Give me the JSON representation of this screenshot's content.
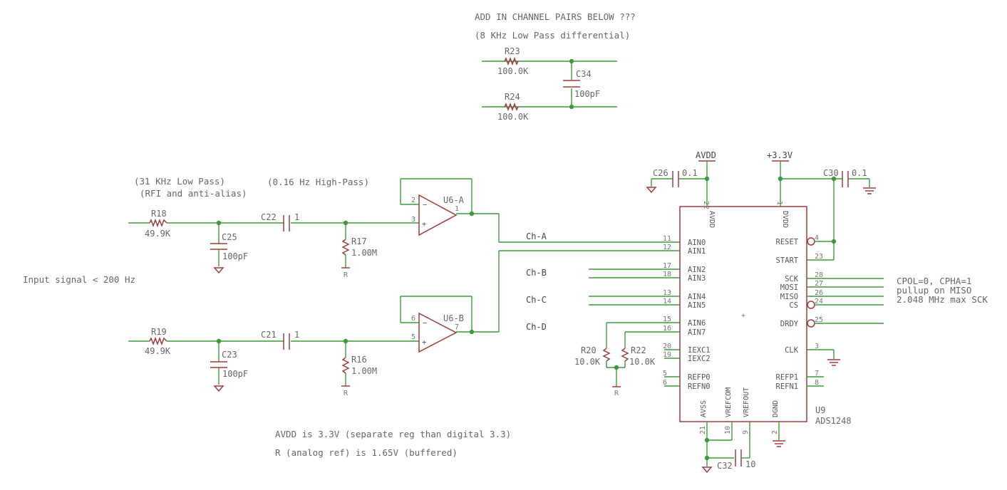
{
  "notes": {
    "add_pairs": "ADD IN CHANNEL PAIRS BELOW ???",
    "lowpass_diff": "(8 KHz Low Pass differential)",
    "lp31_line1": "(31 KHz Low Pass)",
    "lp31_line2": "(RFI and anti-alias)",
    "hp016": "(0.16 Hz High-Pass)",
    "input_signal": "Input signal < 200 Hz",
    "spi_line1": "CPOL=0, CPHA=1",
    "spi_line2": "pullup on MISO",
    "spi_line3": "2.048 MHz max SCK",
    "avdd_note": "AVDD is 3.3V (separate reg than digital 3.3)",
    "r_note": "R (analog ref) is 1.65V (buffered)"
  },
  "components": {
    "R23": {
      "name": "R23",
      "value": "100.0K"
    },
    "R24": {
      "name": "R24",
      "value": "100.0K"
    },
    "C34": {
      "name": "C34",
      "value": "100pF"
    },
    "R18": {
      "name": "R18",
      "value": "49.9K"
    },
    "R19": {
      "name": "R19",
      "value": "49.9K"
    },
    "C25": {
      "name": "C25",
      "value": "100pF"
    },
    "C23": {
      "name": "C23",
      "value": "100pF"
    },
    "C22": {
      "name": "C22",
      "value": "1"
    },
    "C21": {
      "name": "C21",
      "value": "1"
    },
    "R17": {
      "name": "R17",
      "value": "1.00M"
    },
    "R16": {
      "name": "R16",
      "value": "1.00M"
    },
    "U6A": {
      "name": "U6-A"
    },
    "U6B": {
      "name": "U6-B"
    },
    "C26": {
      "name": "C26",
      "value": "0.1"
    },
    "C30": {
      "name": "C30",
      "value": "0.1"
    },
    "C32": {
      "name": "C32",
      "value": "10"
    },
    "R20": {
      "name": "R20",
      "value": "10.0K"
    },
    "R22": {
      "name": "R22",
      "value": "10.0K"
    },
    "U9": {
      "name": "U9",
      "value": "ADS1248"
    }
  },
  "supplies": {
    "avdd": "AVDD",
    "v33": "+3.3V",
    "r": "R"
  },
  "nets": {
    "ch_a": "Ch-A",
    "ch_b": "Ch-B",
    "ch_c": "Ch-C",
    "ch_d": "Ch-D"
  },
  "opamp_pins": {
    "u6a_minus": "2",
    "u6a_plus": "3",
    "u6a_out": "1",
    "u6b_minus": "6",
    "u6b_plus": "5",
    "u6b_out": "7"
  },
  "ads1248": {
    "left_pins": [
      {
        "num": "11",
        "name": "AIN0"
      },
      {
        "num": "12",
        "name": "AIN1"
      },
      {
        "num": "17",
        "name": "AIN2"
      },
      {
        "num": "18",
        "name": "AIN3"
      },
      {
        "num": "13",
        "name": "AIN4"
      },
      {
        "num": "14",
        "name": "AIN5"
      },
      {
        "num": "15",
        "name": "AIN6"
      },
      {
        "num": "16",
        "name": "AIN7"
      },
      {
        "num": "20",
        "name": "IEXC1"
      },
      {
        "num": "19",
        "name": "IEXC2"
      },
      {
        "num": "5",
        "name": "REFP0"
      },
      {
        "num": "6",
        "name": "REFN0"
      }
    ],
    "right_pins": [
      {
        "num": "4",
        "name": "RESET"
      },
      {
        "num": "23",
        "name": "START"
      },
      {
        "num": "28",
        "name": "SCK"
      },
      {
        "num": "27",
        "name": "MOSI"
      },
      {
        "num": "26",
        "name": "MISO"
      },
      {
        "num": "24",
        "name": "CS"
      },
      {
        "num": "25",
        "name": "DRDY"
      },
      {
        "num": "3",
        "name": "CLK"
      },
      {
        "num": "7",
        "name": "REFP1"
      },
      {
        "num": "8",
        "name": "REFN1"
      }
    ],
    "top_pins": [
      {
        "num": "22",
        "name": "AVDD"
      },
      {
        "num": "1",
        "name": "DVDD"
      }
    ],
    "bottom_pins": [
      {
        "num": "21",
        "name": "AVSS"
      },
      {
        "num": "10",
        "name": "VREFCOM"
      },
      {
        "num": "9",
        "name": "VREFOUT"
      },
      {
        "num": "2",
        "name": "DGND"
      }
    ]
  }
}
